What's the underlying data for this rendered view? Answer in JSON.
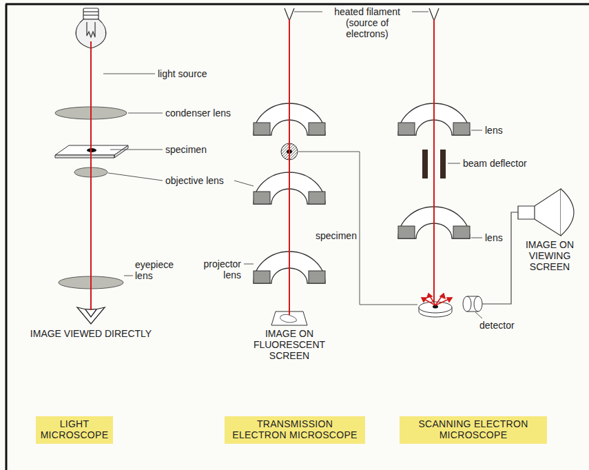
{
  "diagram": {
    "nodes": [
      {
        "text": [
          "LIGHT MICROSCOPE"
        ]
      },
      {
        "text": [
          "TRANSMISSION ELECTRON MICROSCOPE"
        ]
      },
      {
        "text": [
          "SCANNING ELECTRON MICROSCOPE"
        ]
      }
    ],
    "labels": [
      "light source",
      "condenser lens",
      "specimen",
      "objective lens",
      "eyepiece lens",
      "IMAGE VIEWED DIRECTLY",
      "heated filament (source of electrons)",
      "specimen",
      "projector lens",
      "IMAGE ON FLUORESCENT SCREEN",
      "lens",
      "beam deflector",
      "lens",
      "IMAGE ON VIEWING SCREEN",
      "detector"
    ]
  }
}
